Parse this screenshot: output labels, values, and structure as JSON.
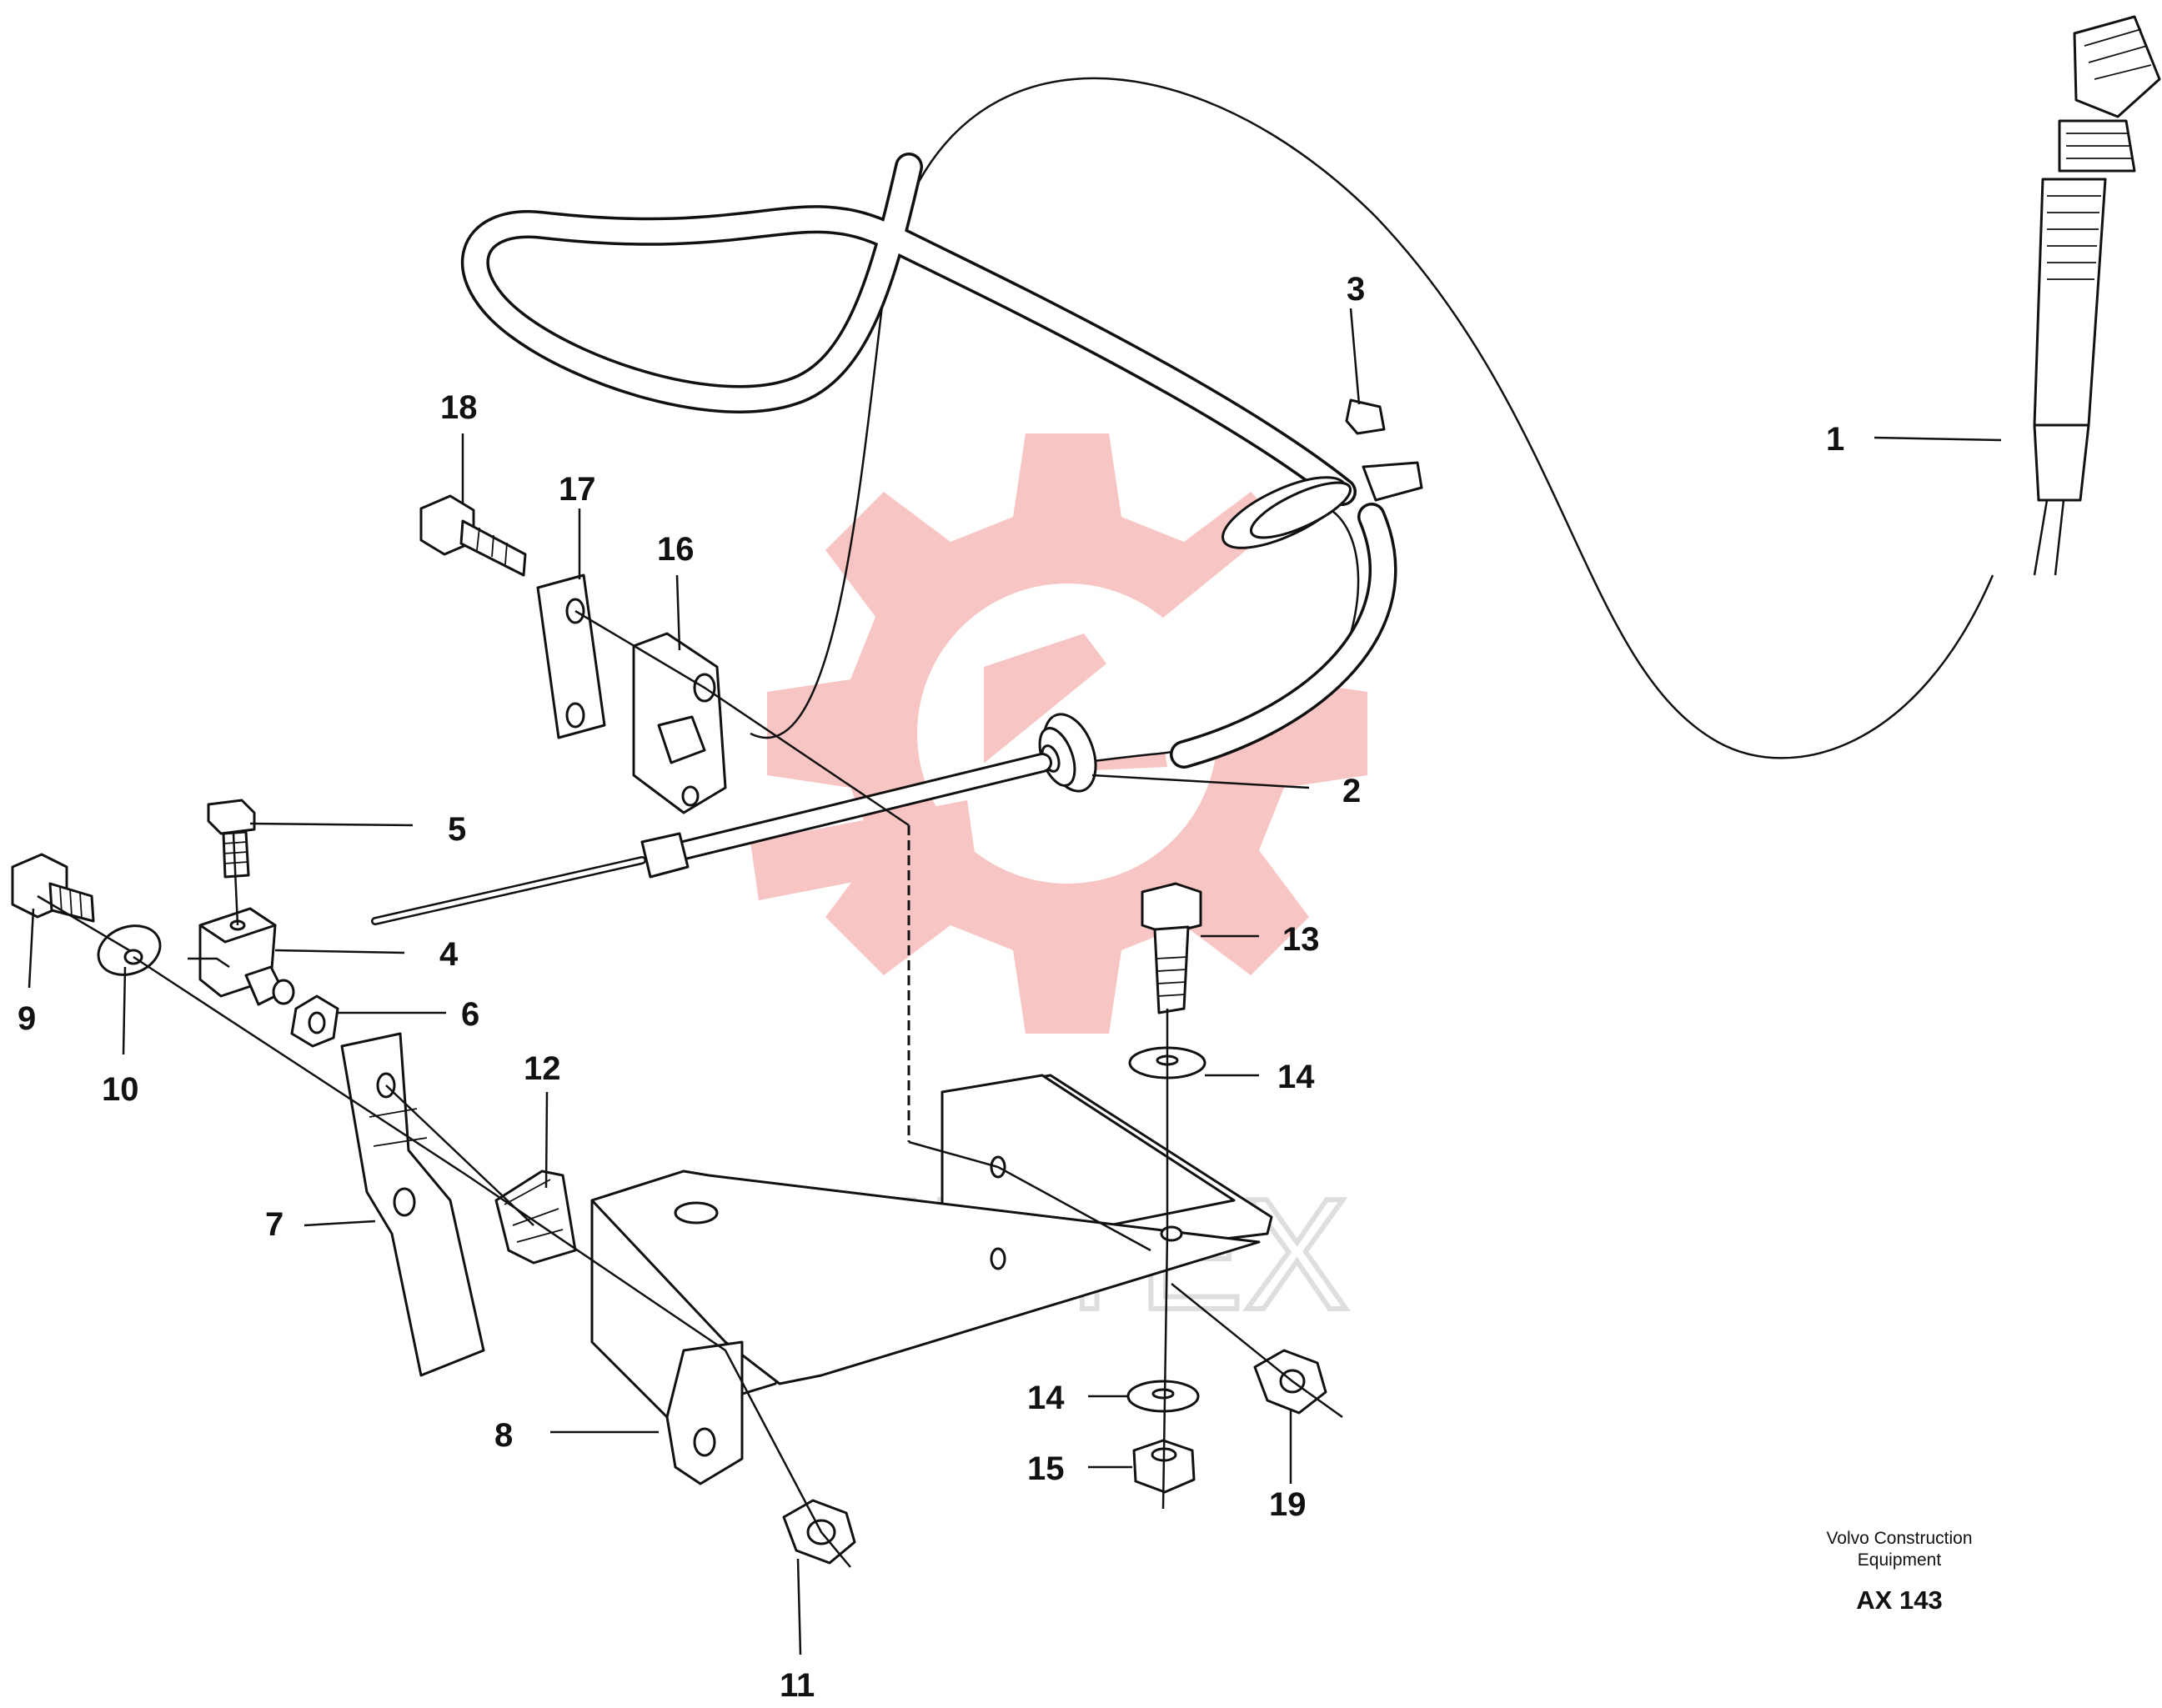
{
  "watermark": {
    "text": "ИНТЕХ",
    "logo": "gear-logo",
    "color": "#f28c8c"
  },
  "callouts": {
    "c1": "1",
    "c2": "2",
    "c3": "3",
    "c4": "4",
    "c5": "5",
    "c6": "6",
    "c7": "7",
    "c8": "8",
    "c9": "9",
    "c10": "10",
    "c11": "11",
    "c12": "12",
    "c13": "13",
    "c14a": "14",
    "c14b": "14",
    "c15": "15",
    "c16": "16",
    "c17": "17",
    "c18": "18",
    "c19": "19"
  },
  "footer": {
    "line1": "Volvo Construction",
    "line2": "Equipment",
    "code": "AX 143"
  }
}
